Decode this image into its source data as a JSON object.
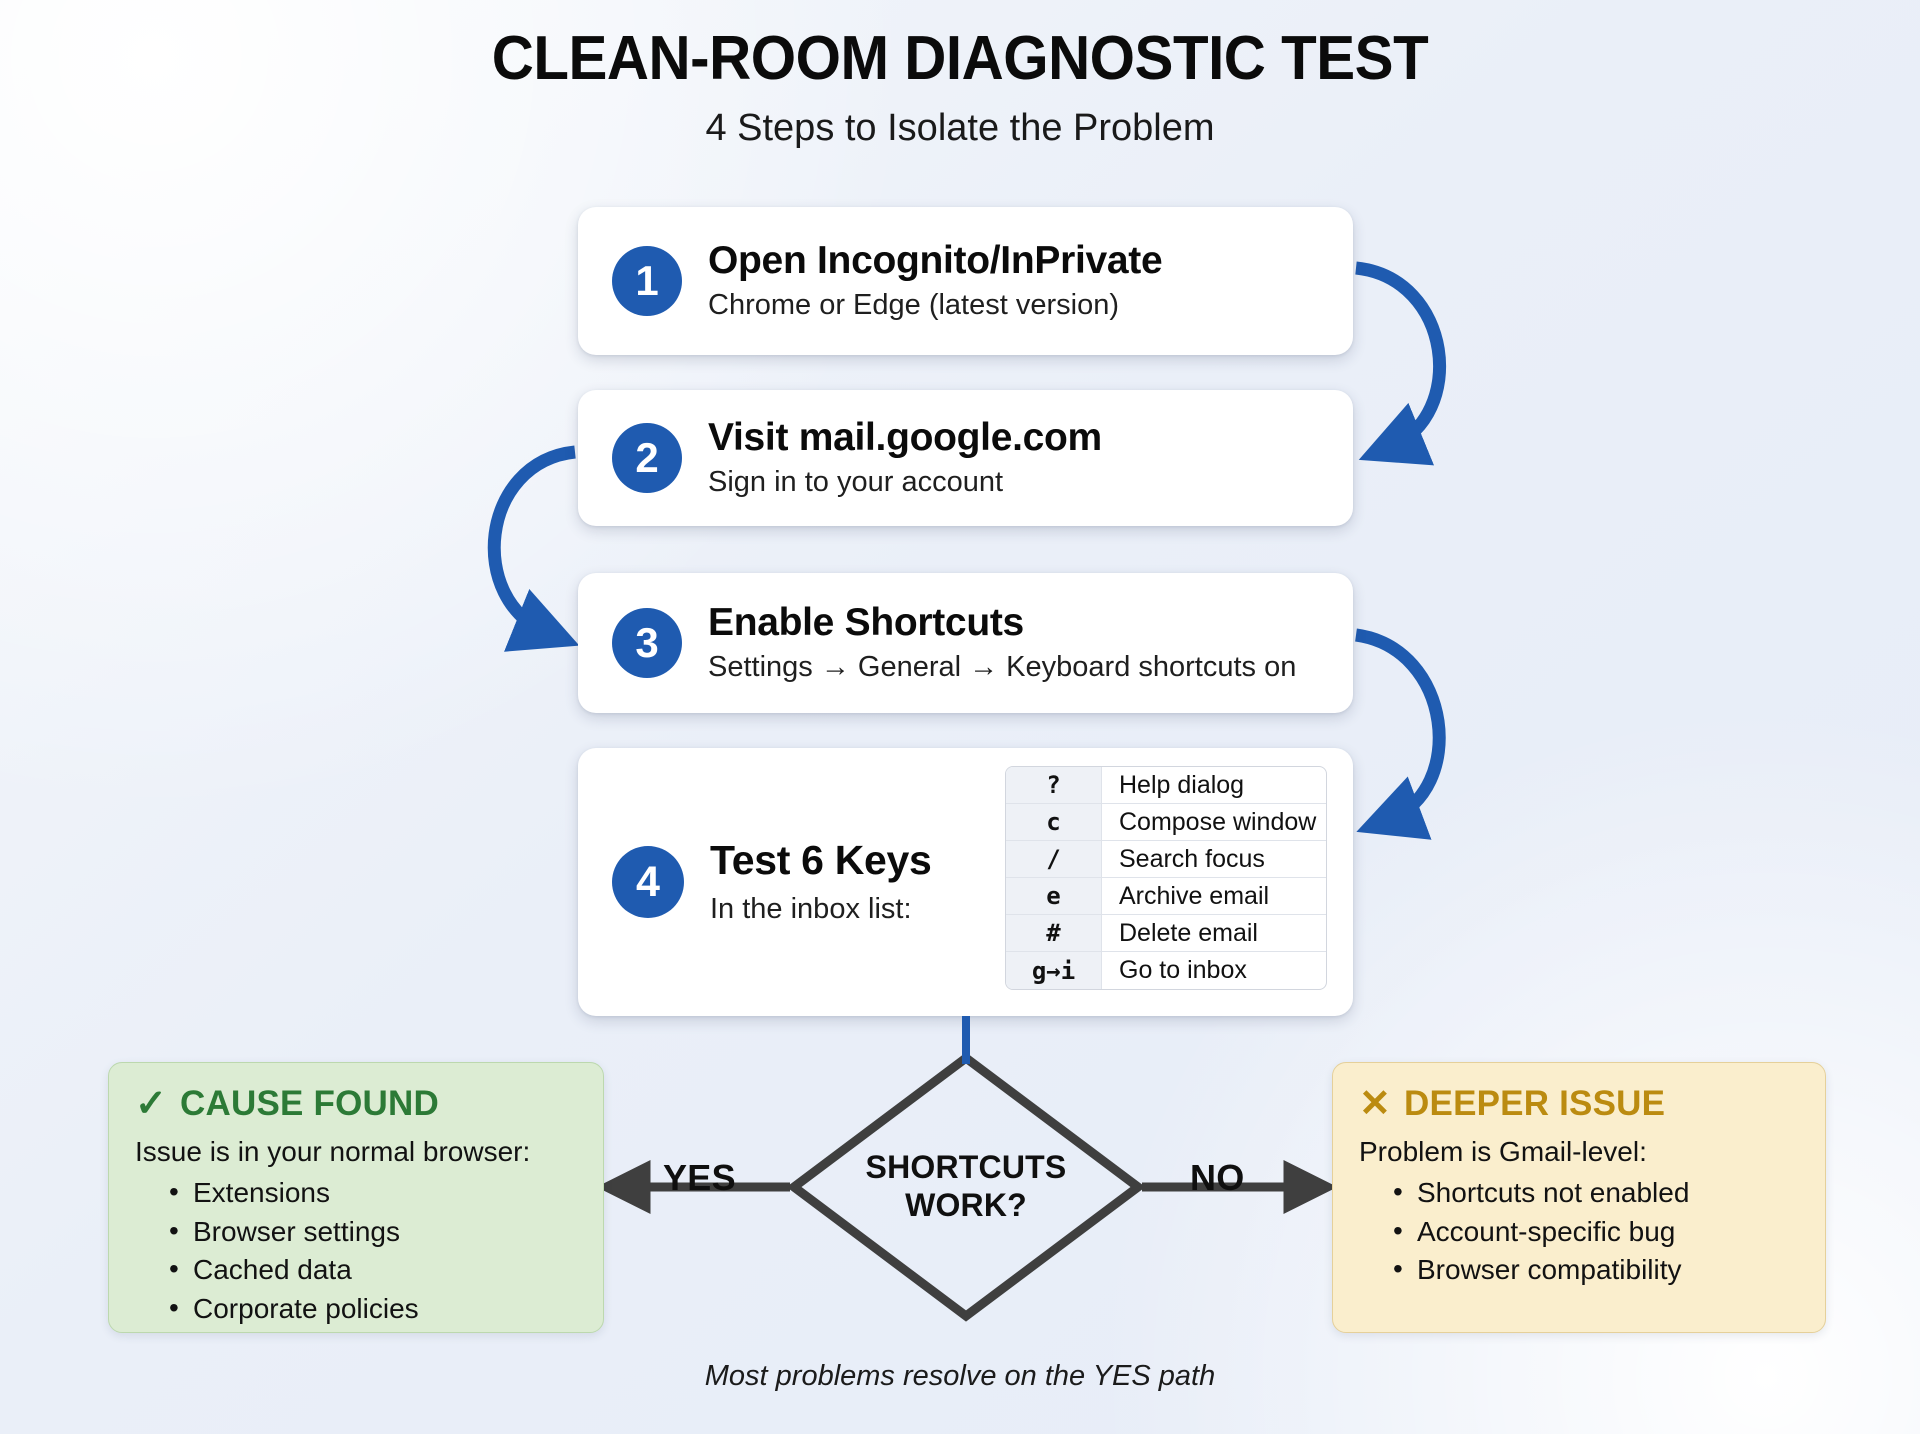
{
  "header": {
    "title": "CLEAN-ROOM DIAGNOSTIC TEST",
    "subtitle": "4 Steps to Isolate the Problem"
  },
  "colors": {
    "accent_blue": "#1f5bb0",
    "arrow_gray": "#3f3f3f",
    "success_green": "#2c7a36",
    "success_bg": "#dcecd3",
    "warning_gold": "#bb8b10",
    "warning_bg": "#faeecd",
    "card_bg": "#ffffff",
    "page_bg": "#eaeff8"
  },
  "steps": [
    {
      "number": "1",
      "title": "Open Incognito/InPrivate",
      "subtitle": "Chrome or Edge (latest version)"
    },
    {
      "number": "2",
      "title": "Visit mail.google.com",
      "subtitle": "Sign in to your account"
    },
    {
      "number": "3",
      "title": "Enable Shortcuts",
      "subtitle": "Settings → General → Keyboard shortcuts on"
    },
    {
      "number": "4",
      "title": "Test 6 Keys",
      "subtitle": "In the inbox list:"
    }
  ],
  "shortcut_table": {
    "rows": [
      {
        "key": "?",
        "action": "Help dialog"
      },
      {
        "key": "c",
        "action": "Compose window"
      },
      {
        "key": "/",
        "action": "Search focus"
      },
      {
        "key": "e",
        "action": "Archive email"
      },
      {
        "key": "#",
        "action": "Delete email"
      },
      {
        "key": "g→i",
        "action": "Go to inbox"
      }
    ]
  },
  "decision": {
    "line1": "SHORTCUTS",
    "line2": "WORK?",
    "yes_label": "YES",
    "no_label": "NO"
  },
  "outcomes": {
    "success": {
      "icon": "✓",
      "heading": "CAUSE FOUND",
      "subtitle": "Issue is in your normal browser:",
      "items": [
        "Extensions",
        "Browser settings",
        "Cached data",
        "Corporate policies"
      ]
    },
    "warning": {
      "icon": "✕",
      "heading": "DEEPER ISSUE",
      "subtitle": "Problem is Gmail-level:",
      "items": [
        "Shortcuts not enabled",
        "Account-specific bug",
        "Browser compatibility"
      ]
    }
  },
  "footnote": "Most problems resolve on the YES path"
}
